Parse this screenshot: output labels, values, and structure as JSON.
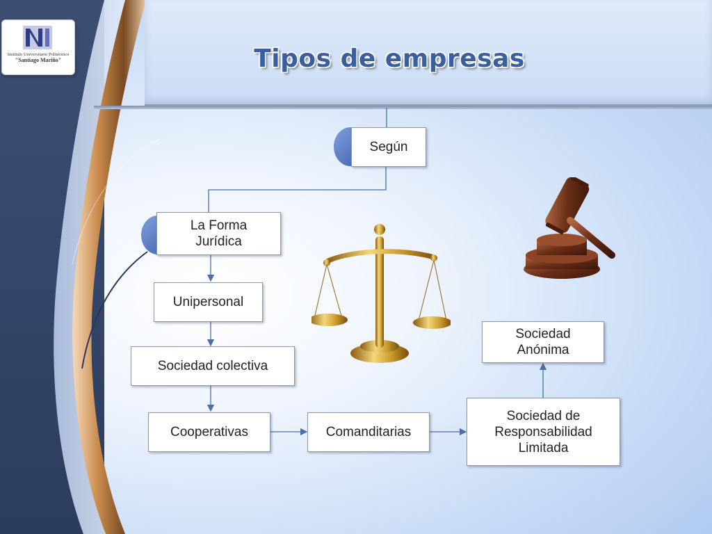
{
  "slide": {
    "title": "Tipos de empresas",
    "logo": {
      "line1": "Instituto Universitario Politécnico",
      "line2": "\"Santiago Mariño\""
    }
  },
  "diagram": {
    "root": "Según",
    "branch": "La Forma\nJurídica",
    "items": [
      "Unipersonal",
      "Sociedad colectiva",
      "Cooperativas",
      "Comanditarias",
      "Sociedad de\nResponsabilidad\nLimitada",
      "Sociedad\nAnónima"
    ]
  },
  "images": {
    "scales": "scales-of-justice-icon",
    "gavel": "gavel-icon"
  },
  "colors": {
    "title": "#3a5f9e",
    "accent_tab": "#3e62ae",
    "left_band": "#34466a",
    "connector": "#4a6fa8"
  }
}
